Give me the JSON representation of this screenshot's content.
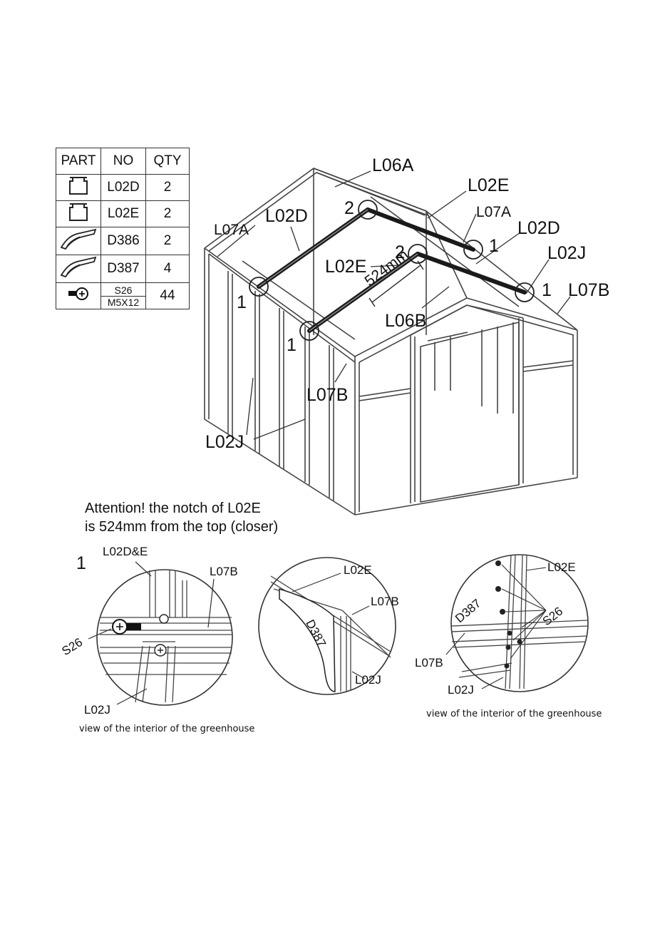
{
  "table": {
    "headers": [
      "PART",
      "NO",
      "QTY"
    ],
    "rows": [
      {
        "icon": "bar-profile-icon",
        "no": "L02D",
        "qty": "2"
      },
      {
        "icon": "bar-profile-icon",
        "no": "L02E",
        "qty": "2"
      },
      {
        "icon": "bracket-icon",
        "no": "D386",
        "qty": "2"
      },
      {
        "icon": "bracket-icon",
        "no": "D387",
        "qty": "4"
      },
      {
        "icon": "screw-icon",
        "no_top": "S26",
        "no_bottom": "M5X12",
        "qty": "44"
      }
    ]
  },
  "main_labels": {
    "l06a": "L06A",
    "l02e_top": "L02E",
    "l07a_right": "L07A",
    "l07a_left": "L07A",
    "l02d_left": "L02D",
    "l02d_right": "L02D",
    "l02j_right": "L02J",
    "l07b_right": "L07B",
    "l02e_mid": "L02E",
    "dim": "524mm",
    "l06b": "L06B",
    "l07b_bottom": "L07B",
    "l02j_bottom": "L02J",
    "n2_a": "2",
    "n2_b": "2",
    "n1_a": "1",
    "n1_b": "1",
    "n1_c": "1",
    "n1_d": "1"
  },
  "note": {
    "line1": "Attention! the notch of L02E",
    "line2": "is 524mm from the top (closer)"
  },
  "detail1": {
    "step": "1",
    "l02de": "L02D&E",
    "l07b": "L07B",
    "s26": "S26",
    "l02j": "L02J",
    "caption": "view of the interior of the greenhouse"
  },
  "detail2": {
    "l02e": "L02E",
    "l07b": "L07B",
    "d387": "D387",
    "l02j": "L02J"
  },
  "detail3": {
    "l02e": "L02E",
    "d387": "D387",
    "s26": "S26",
    "l07b": "L07B",
    "l02j": "L02J",
    "caption": "view of the interior of the greenhouse"
  }
}
